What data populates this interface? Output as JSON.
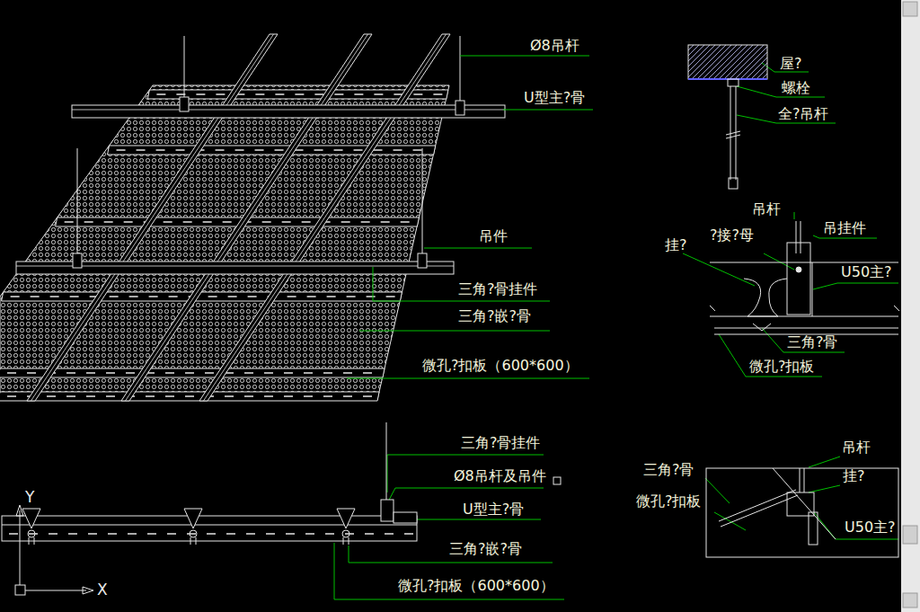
{
  "diagram": {
    "labels": [
      "Ø8吊杆",
      "U型主?骨",
      "吊件",
      "三角?骨挂件",
      "三角?嵌?骨",
      "微孔?扣板（600*600）",
      "屋?",
      "螺栓",
      "全?吊杆",
      "吊杆",
      "吊挂件",
      "挂?",
      "?接?母",
      "U50主?",
      "三角?骨",
      "微孔?扣板",
      "三角?骨挂件",
      "Ø8吊杆及吊件",
      "U型主?骨",
      "三角?嵌?骨",
      "微孔?扣板（600*600）",
      "吊杆",
      "三角?骨",
      "挂?",
      "微孔?扣板",
      "U50主?",
      "Y",
      "X"
    ]
  }
}
